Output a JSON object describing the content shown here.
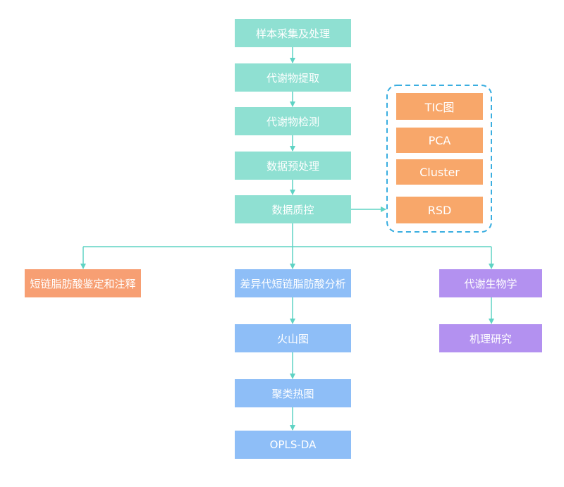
{
  "flow": {
    "main": [
      "样本采集及处理",
      "代谢物提取",
      "代谢物检测",
      "数据预处理",
      "数据质控"
    ],
    "qc_items": [
      "TIC图",
      "PCA",
      "Cluster",
      "RSD"
    ],
    "left_branch": "短链脂肪酸鉴定和注释",
    "center_branch": [
      "差异代短链脂肪酸分析",
      "火山图",
      "聚类热图",
      "OPLS-DA"
    ],
    "right_branch": [
      "代谢生物学",
      "机理研究"
    ]
  },
  "colors": {
    "main": "#8fe0d2",
    "left": "#f79f73",
    "center": "#8ebef7",
    "right": "#b391f0",
    "qc": "#f8a76a",
    "connector": "#5fd3c4",
    "qc_border": "#3aaee0"
  }
}
